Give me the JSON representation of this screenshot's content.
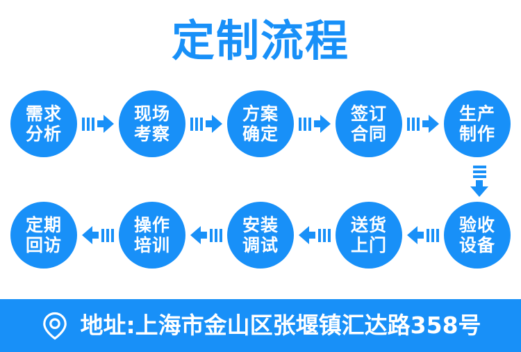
{
  "page": {
    "title": "定制流程",
    "brand_color": "#1890f8",
    "background_color": "#ffffff",
    "text_on_brand_color": "#ffffff"
  },
  "flow": {
    "row1": {
      "direction": "right",
      "nodes": [
        {
          "line1": "需求",
          "line2": "分析"
        },
        {
          "line1": "现场",
          "line2": "考察"
        },
        {
          "line1": "方案",
          "line2": "确定"
        },
        {
          "line1": "签订",
          "line2": "合同"
        },
        {
          "line1": "生产",
          "line2": "制作"
        }
      ]
    },
    "connector": {
      "direction": "down",
      "icon": "arrow-down-icon"
    },
    "row2": {
      "direction": "left",
      "nodes": [
        {
          "line1": "定期",
          "line2": "回访"
        },
        {
          "line1": "操作",
          "line2": "培训"
        },
        {
          "line1": "安装",
          "line2": "调试"
        },
        {
          "line1": "送货",
          "line2": "上门"
        },
        {
          "line1": "验收",
          "line2": "设备"
        }
      ]
    }
  },
  "footer": {
    "icon": "location-pin-icon",
    "address": "地址:上海市金山区张堰镇汇达路358号"
  }
}
